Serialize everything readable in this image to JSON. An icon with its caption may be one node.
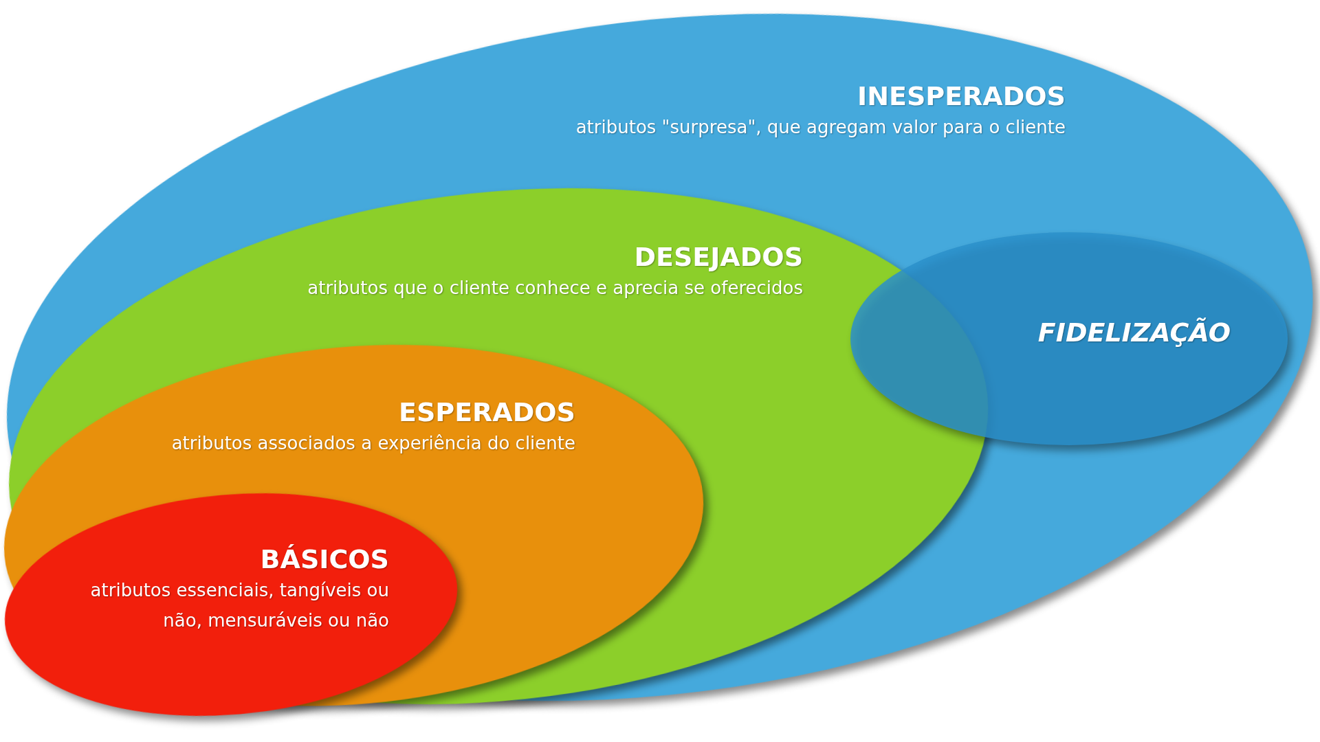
{
  "diagram": {
    "nodes": [
      {
        "text": [
          "INESPERADOS",
          "atributos \"surpresa\", que agregam valor para o cliente"
        ]
      },
      {
        "text": [
          "DESEJADOS",
          "atributos que o cliente conhece e aprecia se oferecidos"
        ],
        "in": 0
      },
      {
        "text": [
          "ESPERADOS",
          "atributos associados a experiência do cliente"
        ],
        "in": 1
      },
      {
        "text": [
          "BÁSICOS",
          "atributos essenciais, tangíveis ou não, mensuráveis ou não"
        ],
        "in": 2
      },
      {
        "text": [
          "FIDELIZAÇÃO"
        ],
        "in": 0
      }
    ]
  }
}
